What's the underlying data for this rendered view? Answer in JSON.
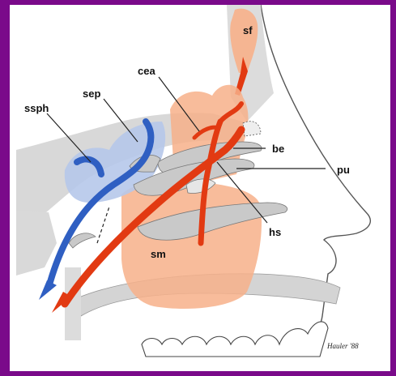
{
  "labels": {
    "sf": "sf",
    "cea": "cea",
    "sep": "sep",
    "ssph": "ssph",
    "be": "be",
    "pu": "pu",
    "hs": "hs",
    "sm": "sm"
  },
  "signature": "Hauler '88",
  "colors": {
    "frame": "#7a0a8a",
    "artery": "#e23a12",
    "sinus_orange": "#f7b089",
    "vein": "#2f5fc2",
    "vein_light": "#b6c8ea",
    "bone": "#d3d3d3",
    "outline": "#333333"
  }
}
